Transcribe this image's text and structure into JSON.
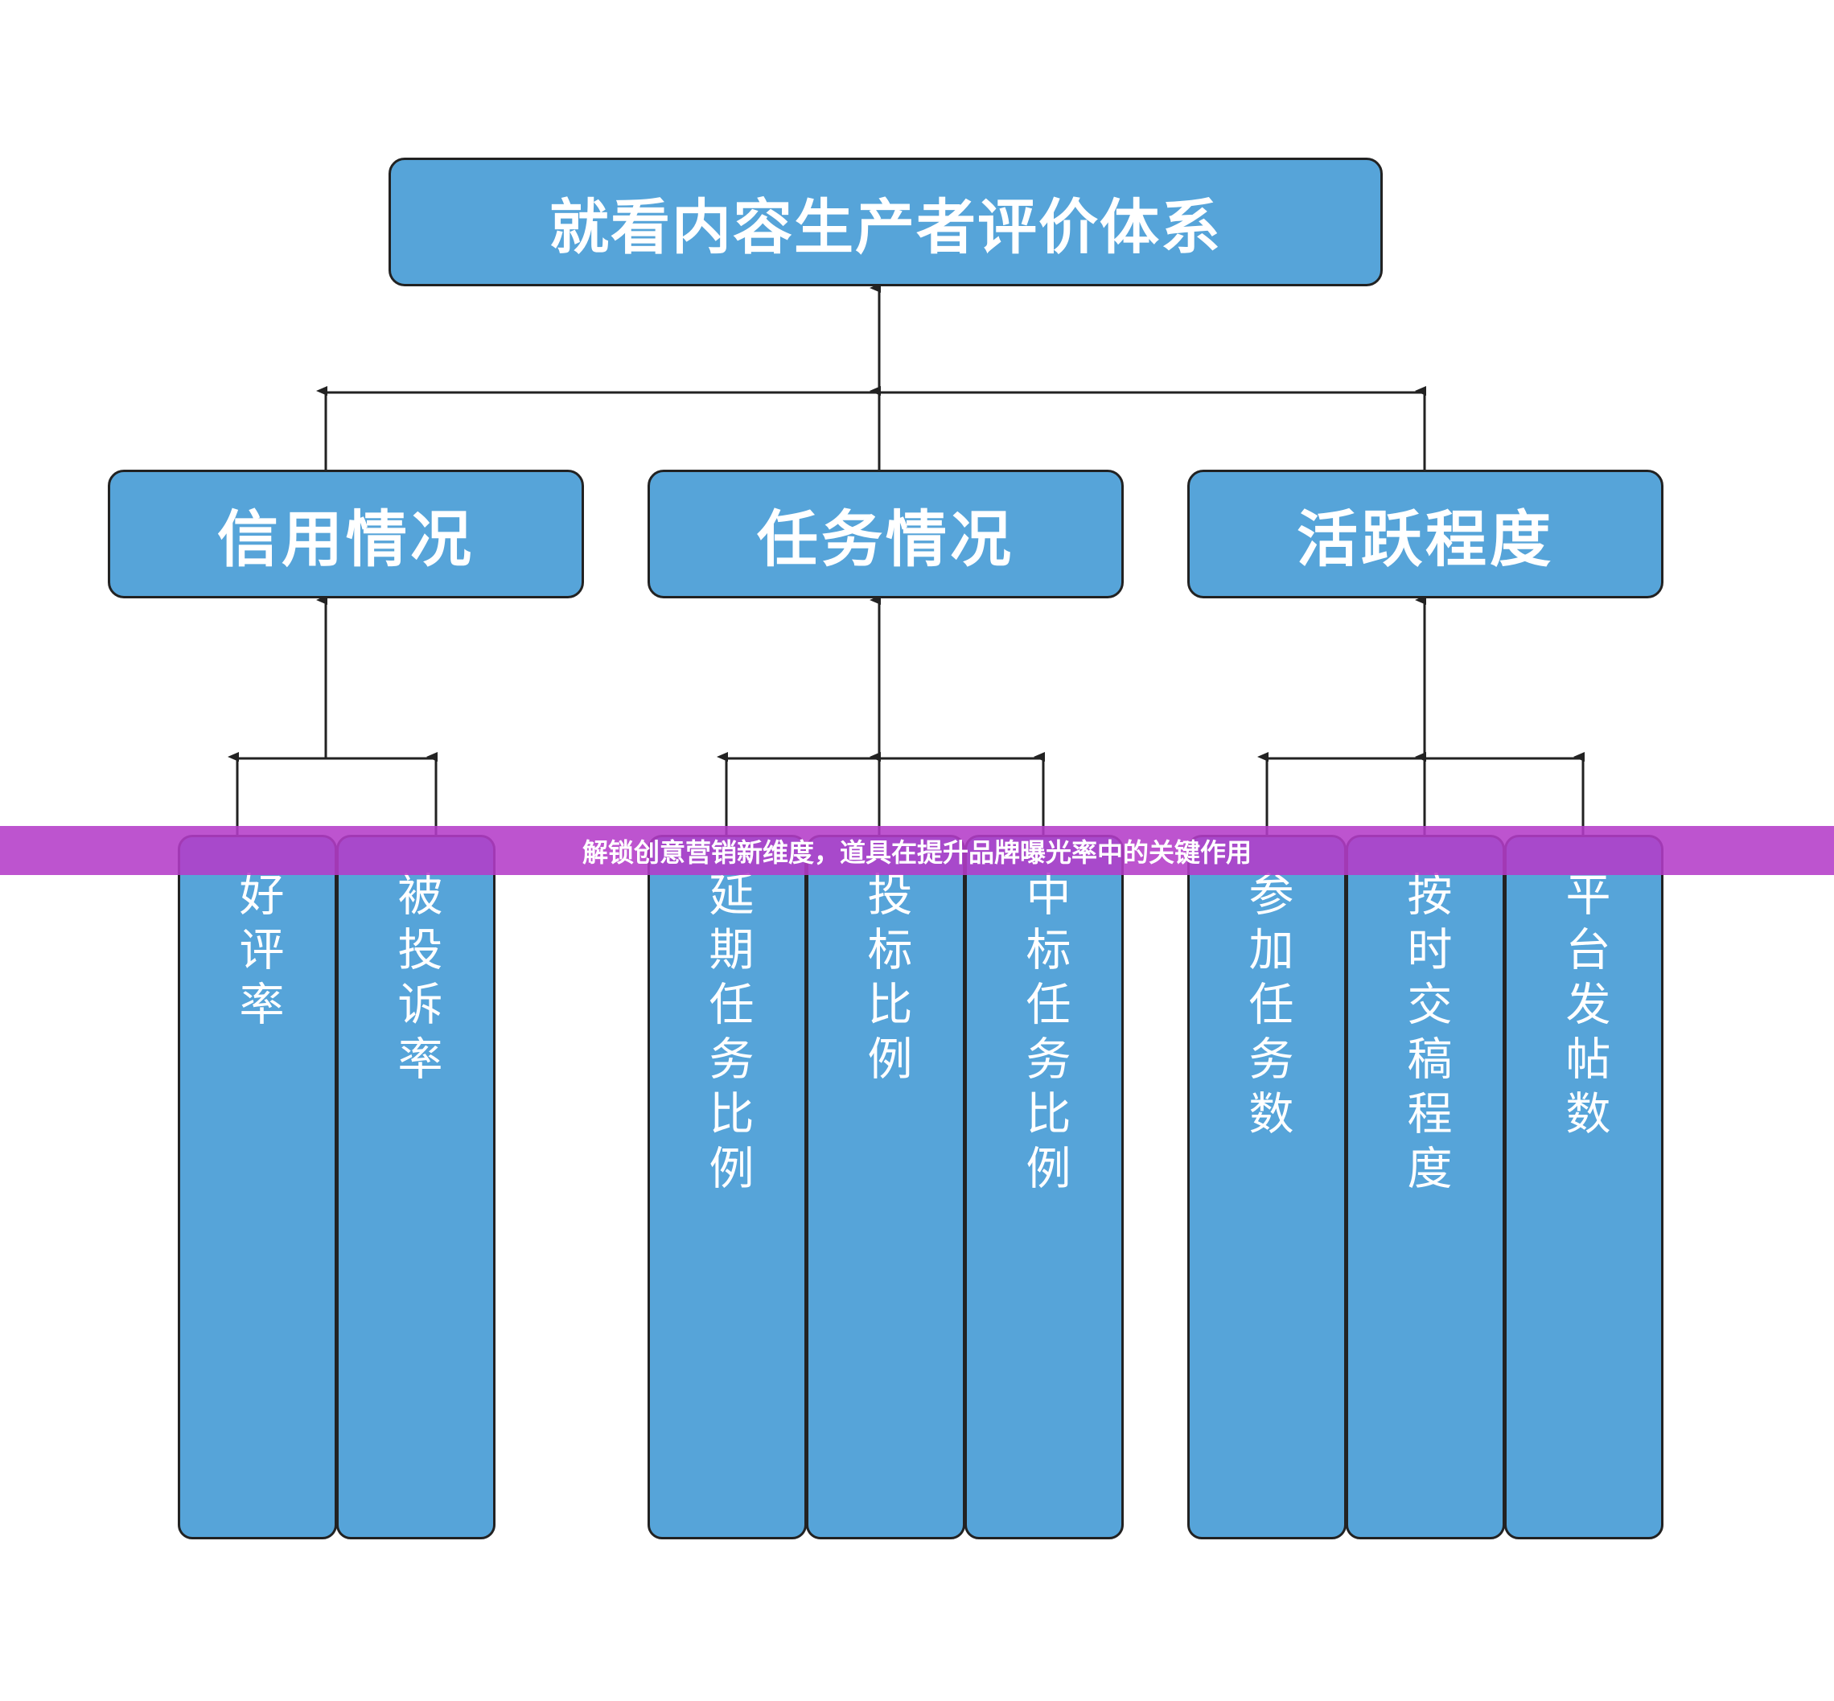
{
  "root": {
    "label": "就看内容生产者评价体系"
  },
  "categories": [
    {
      "label": "信用情况",
      "items": [
        "好评率",
        "被投诉率"
      ]
    },
    {
      "label": "任务情况",
      "items": [
        "延期任务比例",
        "投标比例",
        "中标任务比例"
      ]
    },
    {
      "label": "活跃程度",
      "items": [
        "参加任务数",
        "按时交稿程度",
        "平台发帖数"
      ]
    }
  ],
  "banner": {
    "text": "解锁创意营销新维度，道具在提升品牌曝光率中的关键作用"
  },
  "colors": {
    "box_fill": "#56a4d9",
    "box_border": "#222222",
    "line": "#222222",
    "banner": "#b43cc8"
  }
}
